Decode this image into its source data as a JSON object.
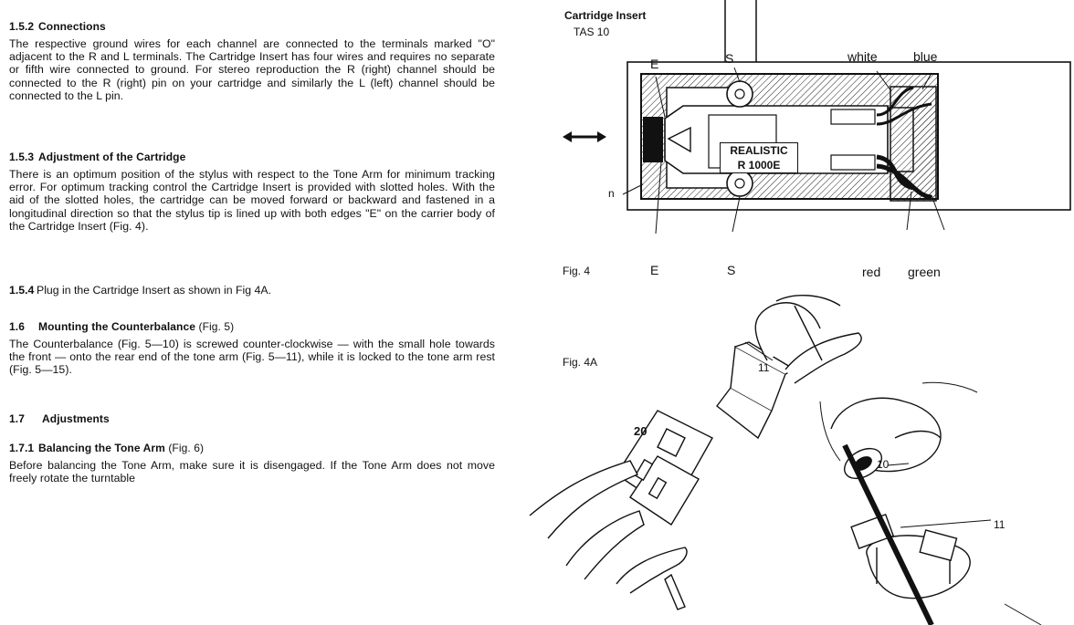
{
  "sections": [
    {
      "number": "1.5.2",
      "heading": "Connections",
      "body": "The respective ground wires for each channel are connected to the terminals marked \"O\" adjacent to the R and L terminals. The Cartridge Insert has four wires and requires no separate or fifth wire connected to ground. For stereo reproduction the R (right) channel should be connected to the R (right) pin on your cartridge and similarly the L (left) channel should be connected to the L pin."
    },
    {
      "number": "1.5.3",
      "heading": "Adjustment of the Cartridge",
      "body": "There is an optimum position of the stylus with respect to the Tone Arm for minimum tracking error. For optimum tracking control the Cartridge Insert is provided with slotted holes. With the aid of the slotted holes, the cartridge can be moved forward or backward and fastened in a longitudinal direction so that the stylus tip is lined up with both edges \"E\" on the carrier body of the Cartridge Insert (Fig. 4)."
    },
    {
      "number": "1.5.4",
      "body": "Plug in the Cartridge Insert as shown in Fig 4A."
    },
    {
      "number": "1.6",
      "heading": "Mounting the Counterbalance",
      "heading_suffix": "(Fig. 5)",
      "body": "The Counterbalance (Fig. 5—10) is screwed counter-clockwise — with the small hole towards the front — onto the rear end of the tone arm (Fig. 5—11), while it is locked to the tone arm rest (Fig. 5—15)."
    },
    {
      "number": "1.7",
      "heading": "Adjustments"
    },
    {
      "number": "1.7.1",
      "heading": "Balancing the Tone Arm",
      "heading_suffix": "(Fig. 6)",
      "body": "Before balancing the Tone Arm, make sure it is disengaged. If the Tone Arm does not move freely rotate the turntable"
    }
  ],
  "figure4": {
    "title": "Cartridge Insert",
    "subtitle": "TAS 10",
    "caption": "Fig. 4",
    "label_e_top": "E",
    "label_s_top": "S",
    "label_white": "white",
    "label_blue": "blue",
    "label_n": "n",
    "label_e_bottom": "E",
    "label_s_bottom": "S",
    "label_red": "red",
    "label_green": "green",
    "cartridge_line1": "REALISTIC",
    "cartridge_line2": "R 1000E"
  },
  "figure4a": {
    "caption": "Fig. 4A",
    "label_20": "20",
    "label_11_top": "11",
    "label_10": "10",
    "label_11_right": "11"
  }
}
